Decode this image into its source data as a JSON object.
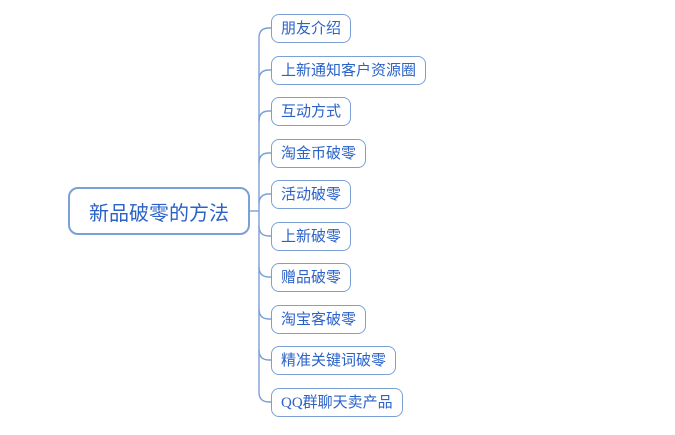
{
  "mindmap": {
    "root": {
      "label": "新品破零的方法"
    },
    "children": [
      {
        "label": "朋友介绍"
      },
      {
        "label": "上新通知客户资源圈"
      },
      {
        "label": "互动方式"
      },
      {
        "label": "淘金币破零"
      },
      {
        "label": "活动破零"
      },
      {
        "label": "上新破零"
      },
      {
        "label": "赠品破零"
      },
      {
        "label": "淘宝客破零"
      },
      {
        "label": "精准关键词破零"
      },
      {
        "label": "QQ群聊天卖产品"
      }
    ],
    "colors": {
      "node_border": "#7aa0d6",
      "node_text": "#2b62c8",
      "connector": "#7aa0d6",
      "background": "#ffffff"
    }
  }
}
